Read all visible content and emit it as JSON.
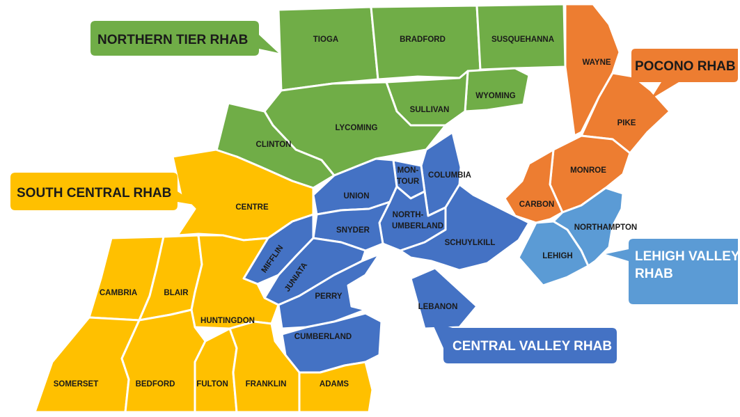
{
  "regions": {
    "northern_tier": {
      "label": "NORTHERN TIER RHAB",
      "color": "#70AD47"
    },
    "pocono": {
      "label": "POCONO RHAB",
      "color": "#ED7D31"
    },
    "south_central": {
      "label": "SOUTH CENTRAL RHAB",
      "color": "#FFC000"
    },
    "lehigh_valley": {
      "label_line1": "LEHIGH VALLEY",
      "label_line2": "RHAB",
      "color": "#5B9BD5"
    },
    "central_valley": {
      "label": "CENTRAL VALLEY RHAB",
      "color": "#4472C4"
    }
  },
  "counties": {
    "tioga": "TIOGA",
    "bradford": "BRADFORD",
    "susquehanna": "SUSQUEHANNA",
    "wyoming": "WYOMING",
    "sullivan": "SULLIVAN",
    "lycoming": "LYCOMING",
    "clinton": "CLINTON",
    "wayne": "WAYNE",
    "pike": "PIKE",
    "monroe": "MONROE",
    "carbon": "CARBON",
    "northampton": "NORTHAMPTON",
    "lehigh": "LEHIGH",
    "columbia": "COLUMBIA",
    "montour_1": "MON-",
    "montour_2": "TOUR",
    "union": "UNION",
    "snyder": "SNYDER",
    "northumberland_1": "NORTH-",
    "northumberland_2": "UMBERLAND",
    "schuylkill": "SCHUYLKILL",
    "mifflin": "MIFFLIN",
    "juniata": "JUNIATA",
    "perry": "PERRY",
    "cumberland": "CUMBERLAND",
    "lebanon": "LEBANON",
    "centre": "CENTRE",
    "cambria": "CAMBRIA",
    "blair": "BLAIR",
    "huntingdon": "HUNTINGDON",
    "somerset": "SOMERSET",
    "bedford": "BEDFORD",
    "fulton": "FULTON",
    "franklin": "FRANKLIN",
    "adams": "ADAMS"
  }
}
